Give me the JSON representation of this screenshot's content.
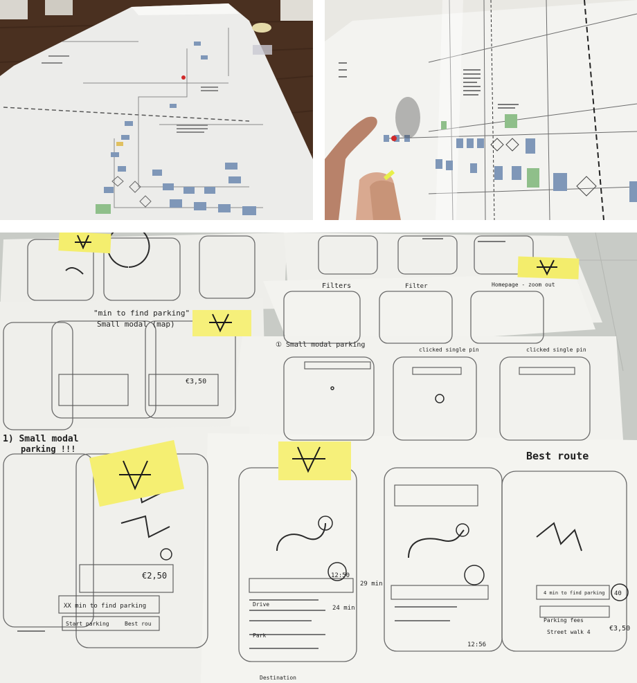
{
  "photos": {
    "top_left": {
      "subject": "long paper roll with user-flow diagram on a wooden table"
    },
    "top_right": {
      "subject": "hands pointing at a user-flow diagram on a wall"
    },
    "bottom": {
      "subject": "hand-drawn mobile app wireframe sketches with yellow sticky notes"
    }
  },
  "sketch_text": {
    "min_to_find": "\"min to find parking\"",
    "small_modal_map": "Small modal (map)",
    "small_modal_parking": "① Small modal parking",
    "small_modal_parking_1": "1) Small modal",
    "small_modal_parking_1b": "parking !!!",
    "best_route": "Best route",
    "filters": "Filters",
    "filter": "Filter",
    "homepage": "Homepage - zoom out",
    "clicked_pin_1": "clicked single pin",
    "clicked_pin_2": "clicked single pin",
    "euro_350": "€3,50",
    "euro_250": "€2,50",
    "min_find": "XX min to find parking",
    "start_parking": "Start parking",
    "best_route_btn": "Best rou",
    "time_1250": "12:50",
    "time_1256": "12:56",
    "min_29": "29 min",
    "min_24": "24 min",
    "drive": "Drive",
    "park": "Park",
    "destination": "Destination",
    "parking_fees": "Parking fees",
    "street_walk": "Street walk 4",
    "euro_350b": "€3,50",
    "badge_40": "40",
    "find_parking": "4 min to find parking"
  },
  "colors": {
    "sticky": "#f4ee6e",
    "paper": "#f2f2ee",
    "wood": "#5b3f2b",
    "diagram_blue": "#7f97b8",
    "diagram_green": "#8fbf8a"
  }
}
